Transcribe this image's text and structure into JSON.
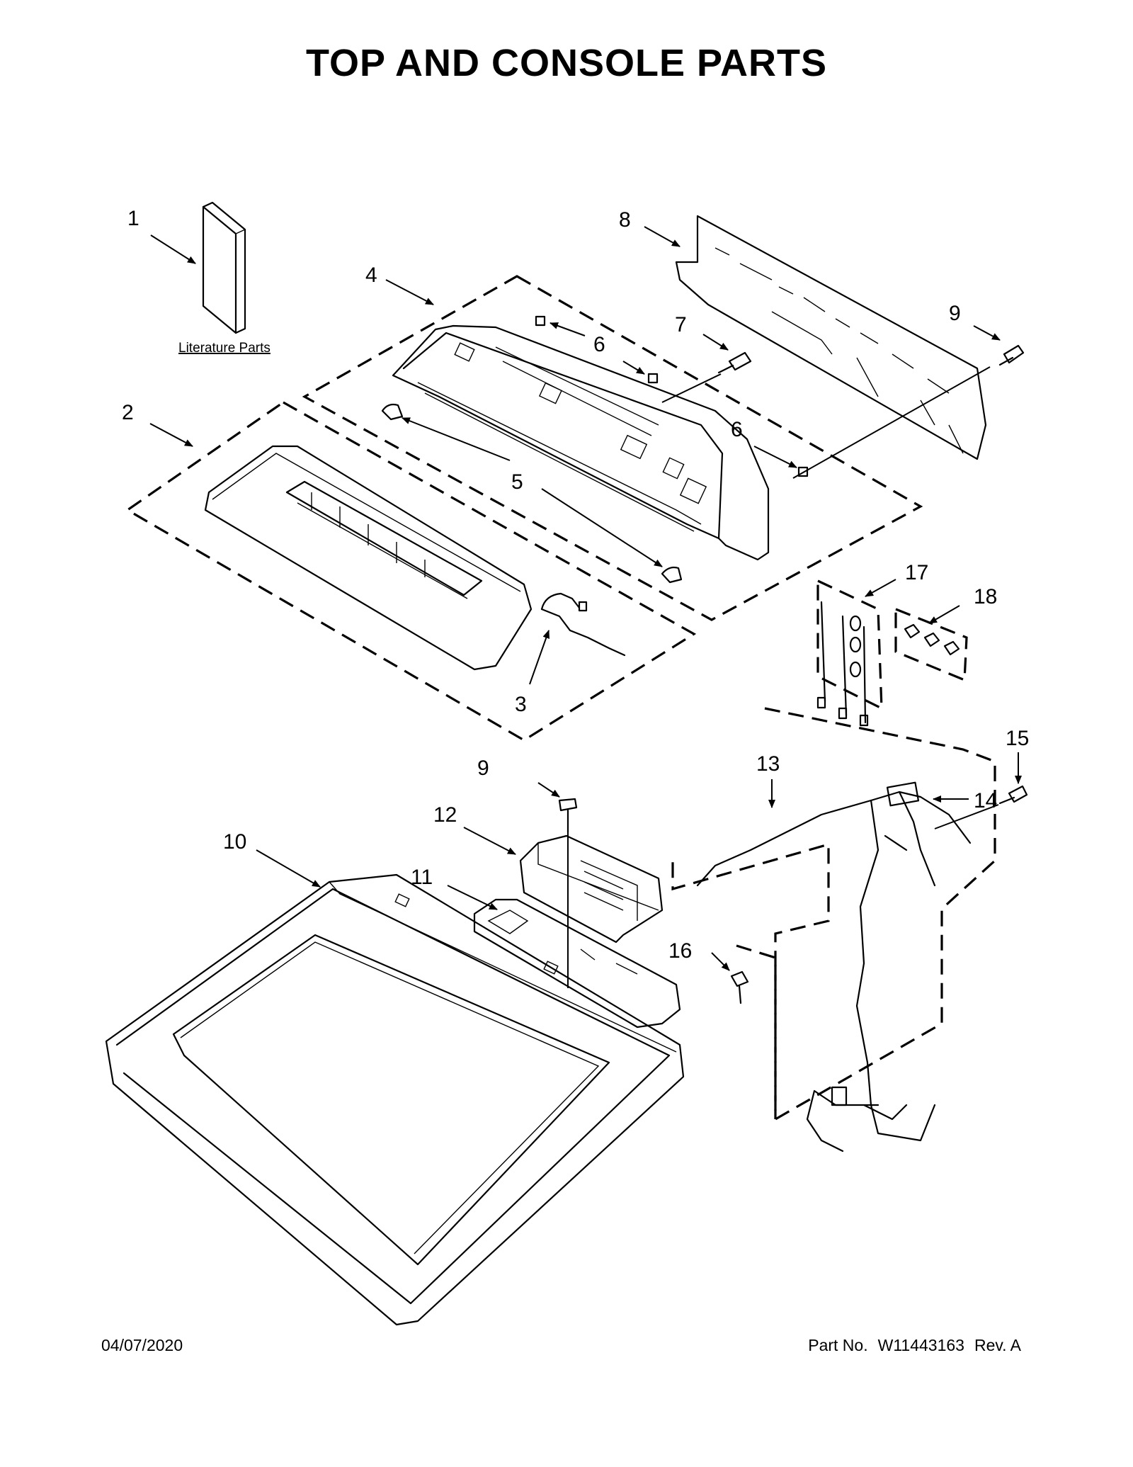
{
  "title": "TOP AND CONSOLE PARTS",
  "literature_label": "Literature Parts",
  "callouts": {
    "c1": "1",
    "c2": "2",
    "c3": "3",
    "c4": "4",
    "c5": "5",
    "c6a": "6",
    "c6b": "6",
    "c7": "7",
    "c8": "8",
    "c9a": "9",
    "c9b": "9",
    "c10": "10",
    "c11": "11",
    "c12": "12",
    "c13": "13",
    "c14": "14",
    "c15": "15",
    "c16": "16",
    "c17": "17",
    "c18": "18"
  },
  "footer": {
    "date": "04/07/2020",
    "part_label": "Part No.",
    "part_number": "W11443163",
    "revision": "Rev. A"
  }
}
